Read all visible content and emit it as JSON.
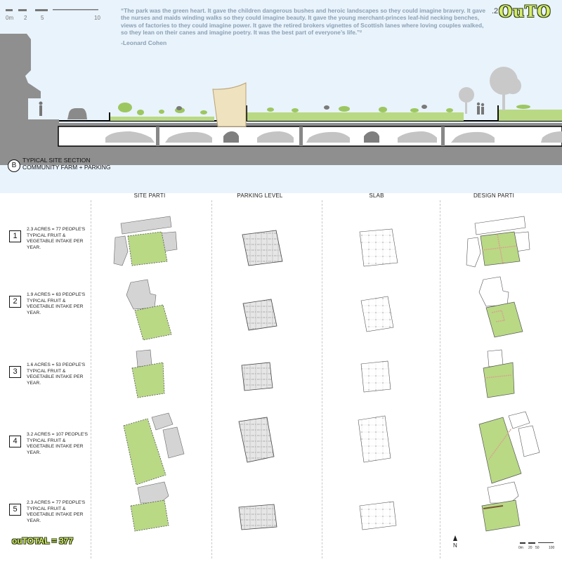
{
  "scale_bar": {
    "ticks": [
      "0m",
      "2",
      "5",
      "10"
    ]
  },
  "quote": {
    "text": "“The park was the green heart. It gave the children dangerous bushes and heroic landscapes so they could imagine bravery. It gave the nurses and maids winding walks so they could imagine beauty. It gave the young merchant-princes leaf-hid necking benches, views of factories to they could imagine power. It gave the retired brokers vignettes of Scottish lanes where loving couples walked, so they lean on their canes and imagine poetry. It was the best part of everyone’s life.”²",
    "author": "-Leonard Cohen"
  },
  "page_number": ".2",
  "logo": "OuTO",
  "section": {
    "marker": "B",
    "title_line1": "TYPICAL SITE SECTION",
    "title_line2": "COMMUNITY FARM + PARKING"
  },
  "columns": [
    "SITE PARTI",
    "PARKING LEVEL",
    "SLAB",
    "DESIGN PARTI"
  ],
  "rows": [
    {
      "number": "1",
      "text": "2.3 ACRES = 77 PEOPLE'S TYPICAL FRUIT & VEGETABLE INTAKE PER YEAR."
    },
    {
      "number": "2",
      "text": "1.9 ACRES = 63 PEOPLE'S TYPICAL FRUIT & VEGETABLE INTAKE PER YEAR."
    },
    {
      "number": "3",
      "text": "1.6 ACRES = 53 PEOPLE'S TYPICAL FRUIT & VEGETABLE INTAKE PER YEAR."
    },
    {
      "number": "4",
      "text": "3.2 ACRES = 107 PEOPLE'S TYPICAL FRUIT & VEGETABLE INTAKE PER YEAR."
    },
    {
      "number": "5",
      "text": "2.3 ACRES = 77 PEOPLE'S TYPICAL FRUIT & VEGETABLE INTAKE PER YEAR."
    }
  ],
  "total": "ouTOTAL = 377",
  "north_label": "N",
  "bottom_scale": {
    "ticks": [
      "0m",
      "20",
      "50",
      "100"
    ]
  },
  "colors": {
    "sky": "#e9f3fb",
    "grass": "#b9d985",
    "building": "#a6a6a6",
    "path": "#d7a58c",
    "logo": "#d6ec6a"
  }
}
